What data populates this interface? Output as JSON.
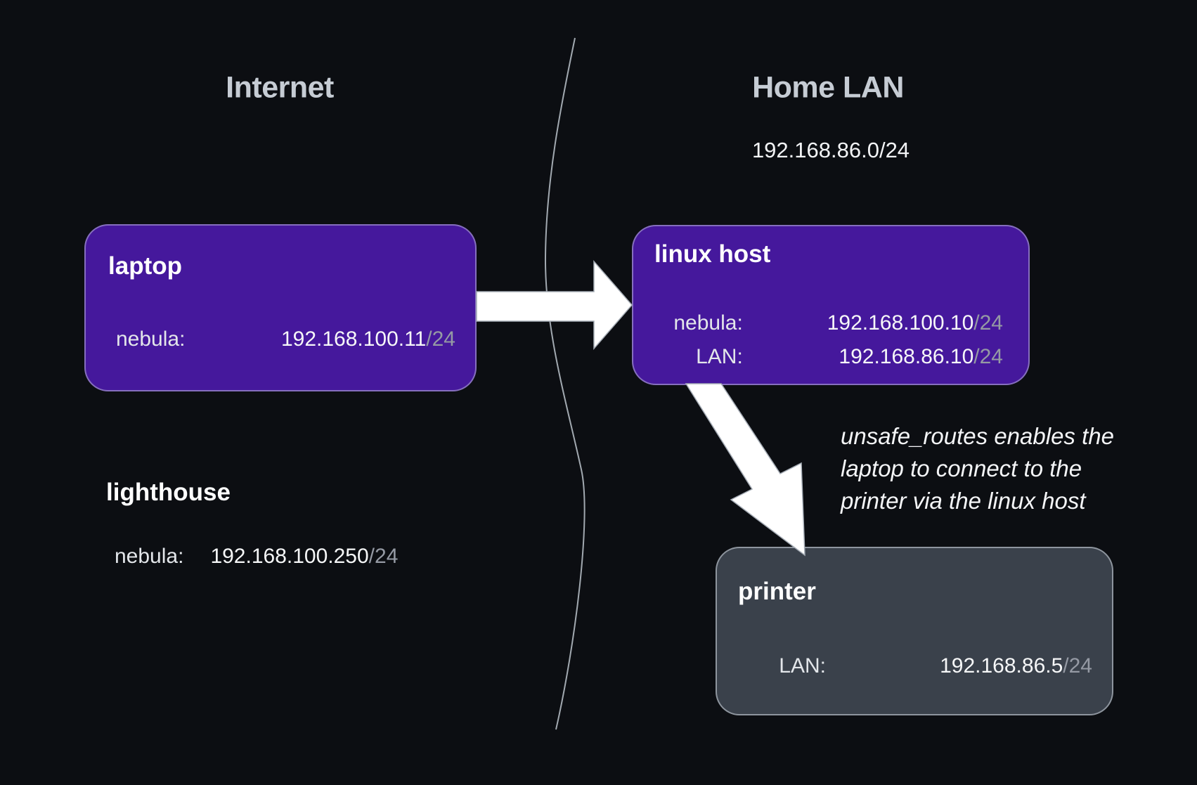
{
  "zones": {
    "internet": {
      "label": "Internet"
    },
    "home_lan": {
      "label": "Home LAN",
      "subnet": "192.168.86.0/24"
    }
  },
  "nodes": {
    "laptop": {
      "title": "laptop",
      "rows": [
        {
          "label": "nebula:",
          "ip": "192.168.100.11",
          "cidr": "/24"
        }
      ]
    },
    "linux_host": {
      "title": "linux host",
      "rows": [
        {
          "label": "nebula:",
          "ip": "192.168.100.10",
          "cidr": "/24"
        },
        {
          "label": "LAN:",
          "ip": "192.168.86.10",
          "cidr": "/24"
        }
      ]
    },
    "lighthouse": {
      "title": "lighthouse",
      "rows": [
        {
          "label": "nebula:",
          "ip": "192.168.100.250",
          "cidr": "/24"
        }
      ]
    },
    "printer": {
      "title": "printer",
      "rows": [
        {
          "label": "LAN:",
          "ip": "192.168.86.5",
          "cidr": "/24"
        }
      ]
    }
  },
  "annotation": {
    "line1": "unsafe_routes enables the",
    "line2": "laptop to connect to the",
    "line3": "printer via the linux host"
  },
  "colors": {
    "background": "#0c0e12",
    "node_purple": "#45189c",
    "node_slate": "#3a414b",
    "heading_gray": "#c6ccd4",
    "text_white": "#f6f7f8",
    "cidr_muted": "#959aa4",
    "divider_gray": "#b3bac2",
    "arrow_white": "#ffffff"
  }
}
